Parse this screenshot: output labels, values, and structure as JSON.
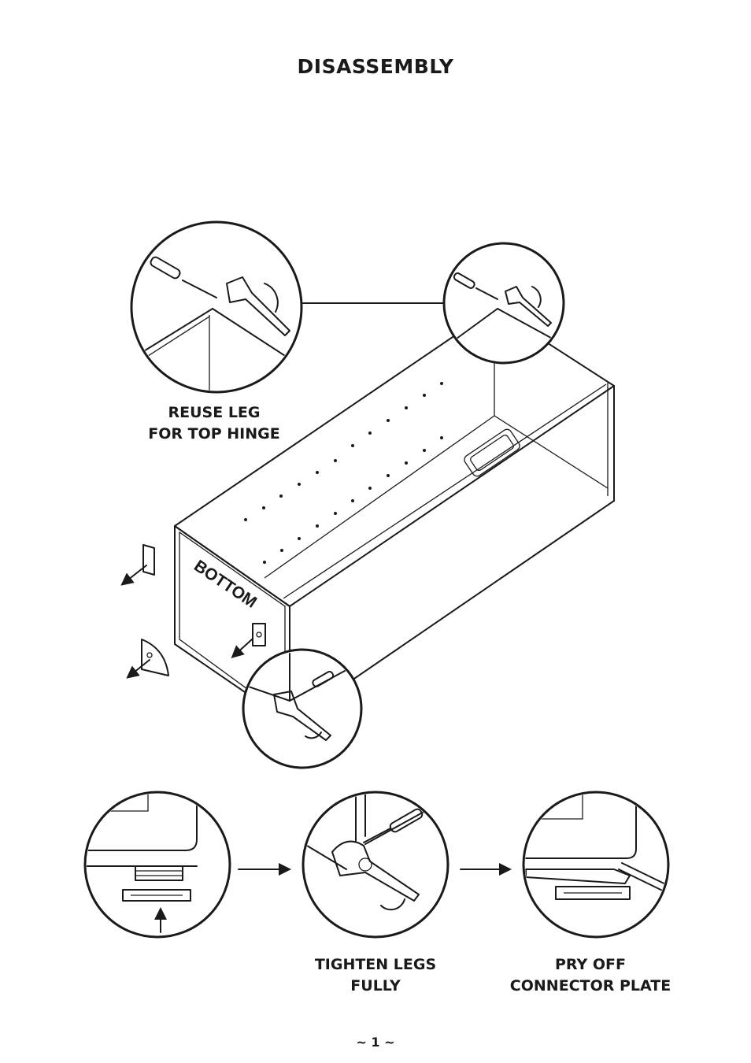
{
  "page": {
    "title": "DISASSEMBLY",
    "page_number": "~ 1 ~"
  },
  "labels": {
    "reuse_leg": [
      "REUSE LEG",
      "FOR TOP HINGE"
    ],
    "bottom_panel": "BOTTOM",
    "tighten_legs": [
      "TIGHTEN LEGS",
      "FULLY"
    ],
    "pry_off": [
      "PRY OFF",
      "CONNECTOR PLATE"
    ]
  }
}
